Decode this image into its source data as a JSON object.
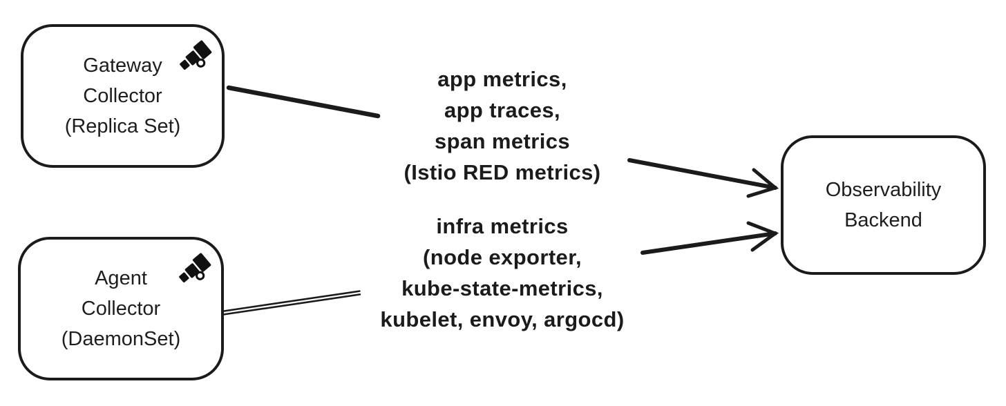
{
  "canvas": {
    "background_color": "#ffffff",
    "stroke_color": "#1b1b1b",
    "text_color": "#1e1e1e"
  },
  "nodes": {
    "gateway": {
      "label": "Gateway\nCollector\n(Replica Set)",
      "icon": "telescope-icon"
    },
    "agent": {
      "label": "Agent\nCollector\n(DaemonSet)",
      "icon": "telescope-icon"
    },
    "backend": {
      "label": "Observability\nBackend"
    }
  },
  "edges": {
    "app": {
      "from": "gateway-collector",
      "to": "observability-backend",
      "label": "app metrics,\napp traces,\nspan metrics\n(Istio RED metrics)"
    },
    "infra": {
      "from": "agent-collector",
      "to": "observability-backend",
      "label": "infra metrics\n(node exporter,\nkube-state-metrics,\nkubelet, envoy, argocd)"
    }
  }
}
